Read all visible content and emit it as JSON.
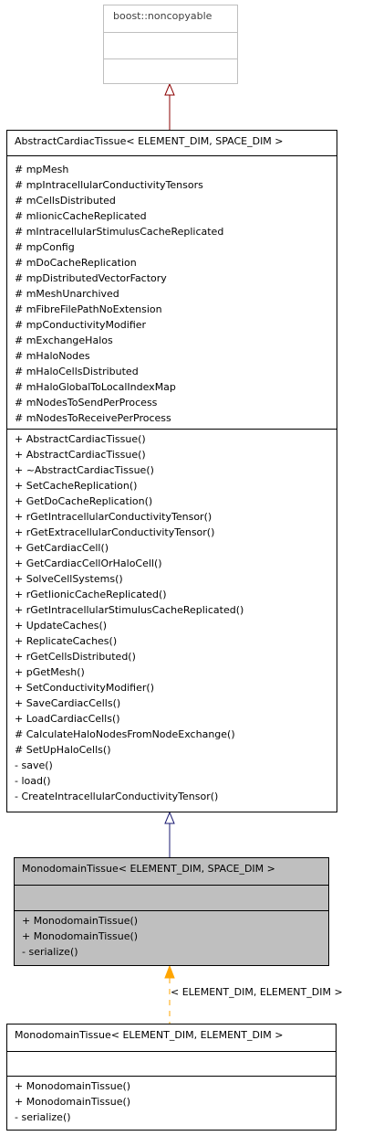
{
  "noncopyable": {
    "title": "boost::noncopyable"
  },
  "abstract_tissue": {
    "title": "AbstractCardiacTissue< ELEMENT_DIM, SPACE_DIM >",
    "attributes": [
      "# mpMesh",
      "# mpIntracellularConductivityTensors",
      "# mCellsDistributed",
      "# mIionicCacheReplicated",
      "# mIntracellularStimulusCacheReplicated",
      "# mpConfig",
      "# mDoCacheReplication",
      "# mpDistributedVectorFactory",
      "# mMeshUnarchived",
      "# mFibreFilePathNoExtension",
      "# mpConductivityModifier",
      "# mExchangeHalos",
      "# mHaloNodes",
      "# mHaloCellsDistributed",
      "# mHaloGlobalToLocalIndexMap",
      "# mNodesToSendPerProcess",
      "# mNodesToReceivePerProcess"
    ],
    "methods": [
      "+ AbstractCardiacTissue()",
      "+ AbstractCardiacTissue()",
      "+ ~AbstractCardiacTissue()",
      "+ SetCacheReplication()",
      "+ GetDoCacheReplication()",
      "+ rGetIntracellularConductivityTensor()",
      "+ rGetExtracellularConductivityTensor()",
      "+ GetCardiacCell()",
      "+ GetCardiacCellOrHaloCell()",
      "+ SolveCellSystems()",
      "+ rGetIionicCacheReplicated()",
      "+ rGetIntracellularStimulusCacheReplicated()",
      "+ UpdateCaches()",
      "+ ReplicateCaches()",
      "+ rGetCellsDistributed()",
      "+ pGetMesh()",
      "+ SetConductivityModifier()",
      "+ SaveCardiacCells()",
      "+ LoadCardiacCells()",
      "# CalculateHaloNodesFromNodeExchange()",
      "# SetUpHaloCells()",
      "- save()",
      "- load()",
      "- CreateIntracellularConductivityTensor()"
    ]
  },
  "monodomain_tissue": {
    "title": "MonodomainTissue< ELEMENT_DIM, SPACE_DIM >",
    "methods": [
      "+ MonodomainTissue()",
      "+ MonodomainTissue()",
      "- serialize()"
    ]
  },
  "template_edge_label": "< ELEMENT_DIM, ELEMENT_DIM >",
  "monodomain_tissue_specialized": {
    "title": "MonodomainTissue< ELEMENT_DIM, ELEMENT_DIM >",
    "methods": [
      "+ MonodomainTissue()",
      "+ MonodomainTissue()",
      "- serialize()"
    ]
  },
  "colors": {
    "inheritance_edge": "#8b0000",
    "template_edge": "#ffa500",
    "highlight_fill": "#bfbfbf"
  }
}
